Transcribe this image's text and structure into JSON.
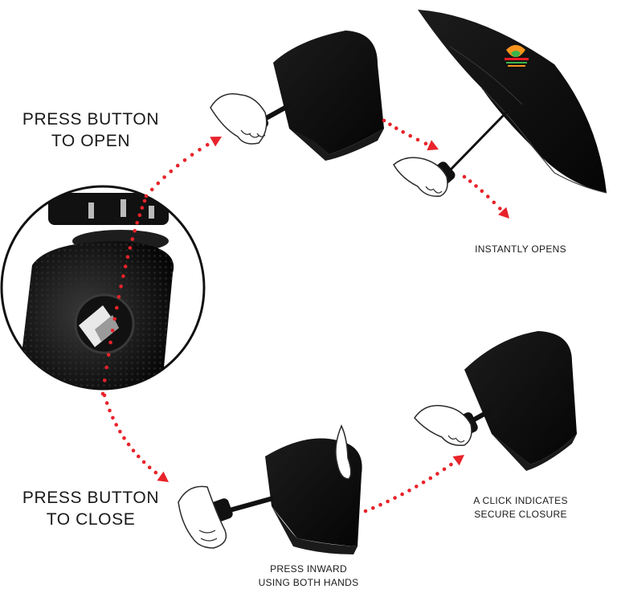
{
  "steps": {
    "open": {
      "line1": "PRESS BUTTON",
      "line2": "TO OPEN"
    },
    "close": {
      "line1": "PRESS BUTTON",
      "line2": "TO CLOSE"
    },
    "instantly": {
      "text": "INSTANTLY OPENS"
    },
    "click": {
      "line1": "A CLICK INDICATES",
      "line2": "SECURE CLOSURE"
    },
    "inward": {
      "line1": "PRESS INWARD",
      "line2": "USING BOTH HANDS"
    }
  },
  "colors": {
    "arrow": "#e8232a",
    "canopy": "#0d0d0d",
    "canopy_edge": "#3a3a3a",
    "hand": "#ffffff",
    "hand_outline": "#2a2a2a",
    "text": "#1a1a1a",
    "logo_orange": "#f7941d",
    "logo_green": "#39b54a",
    "logo_red": "#ed1c24"
  }
}
